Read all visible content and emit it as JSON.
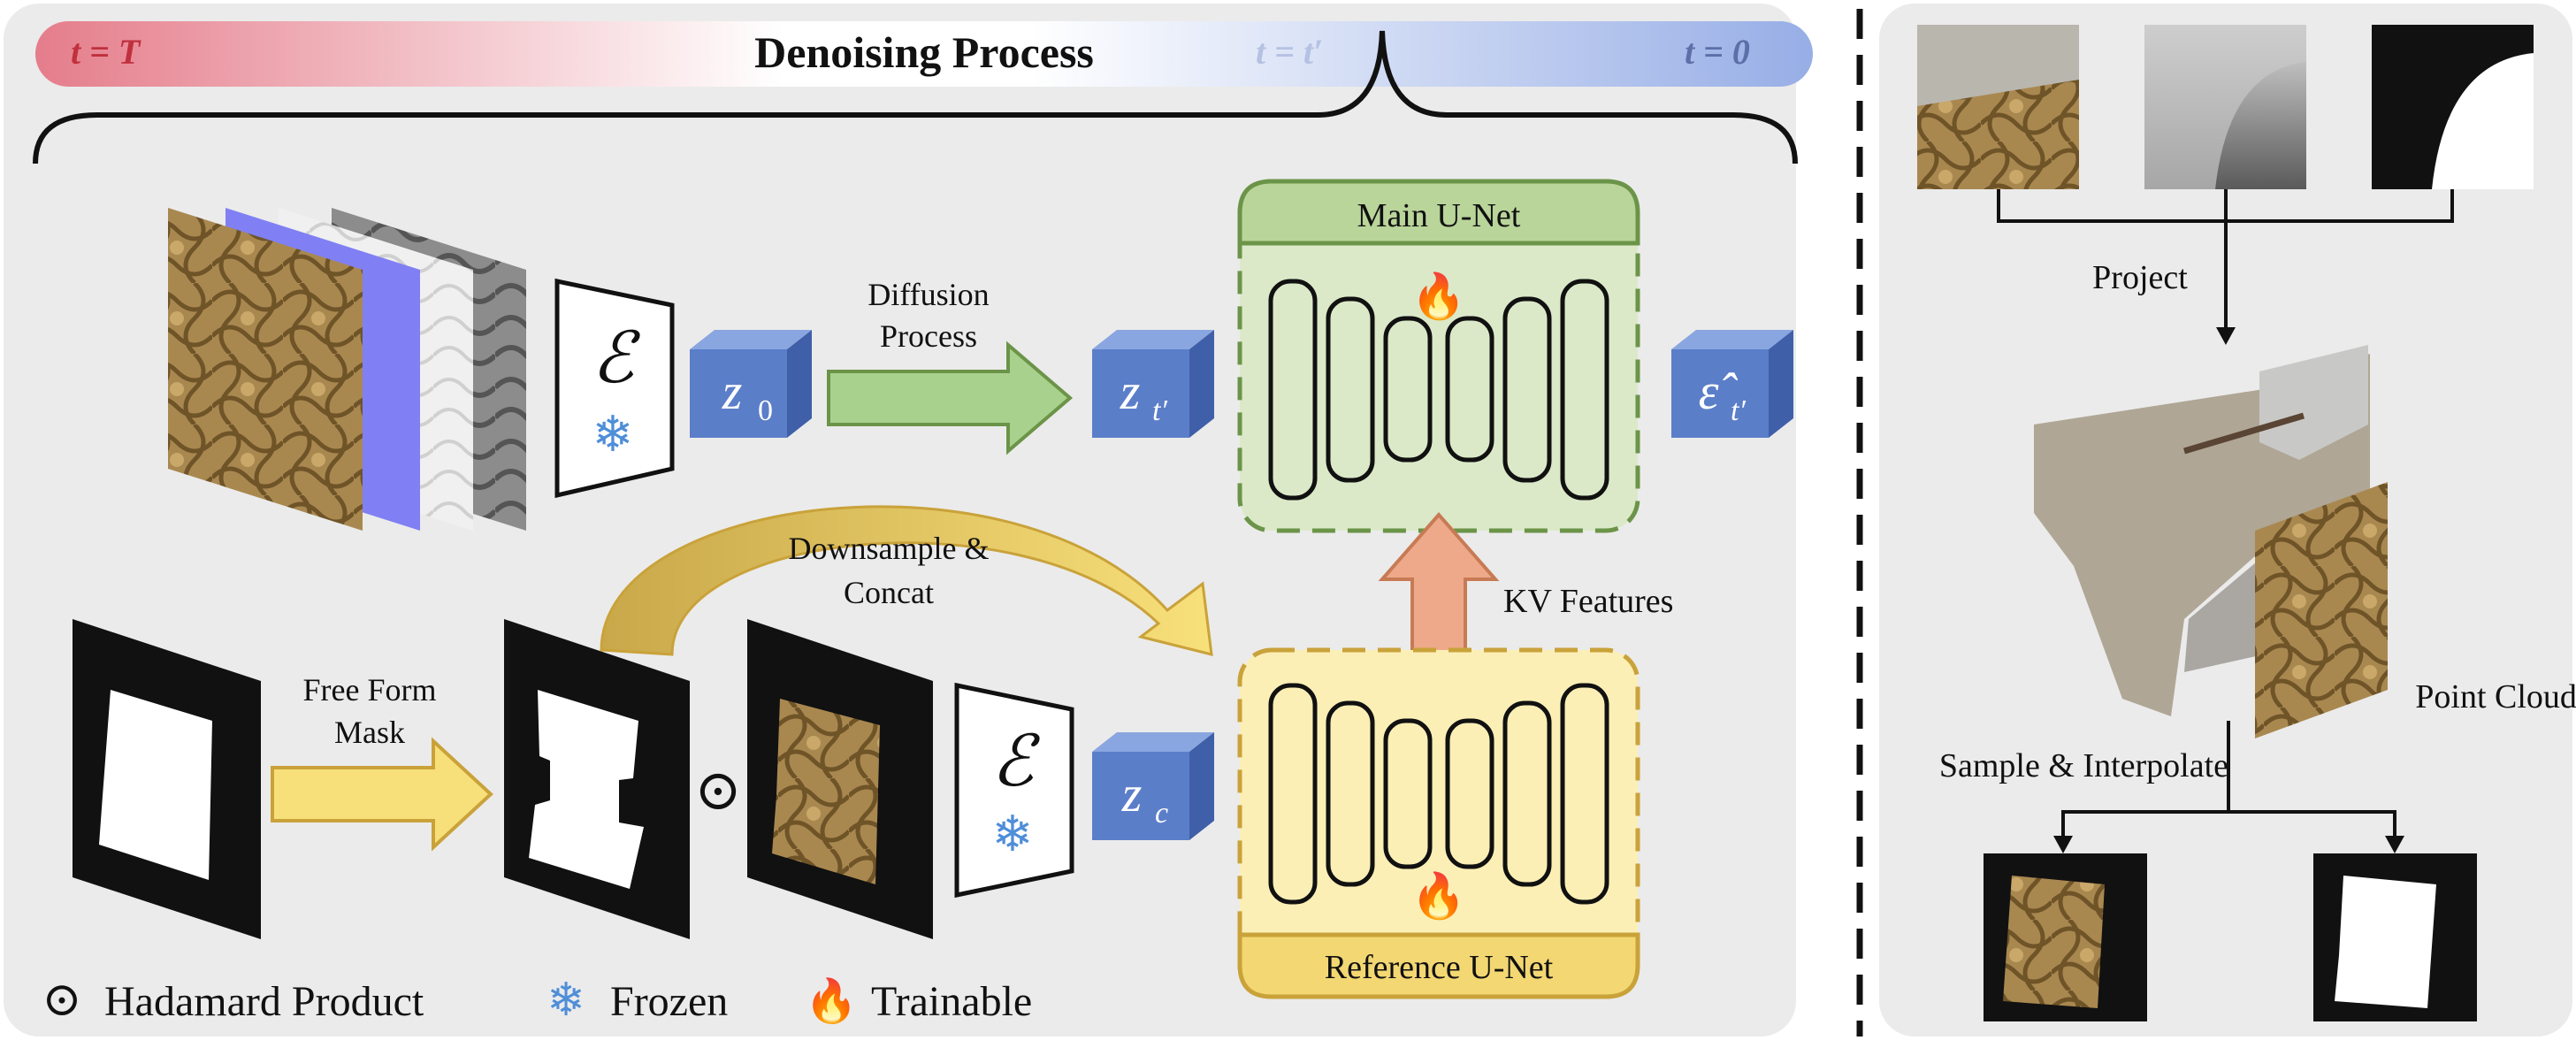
{
  "header": {
    "title": "Denoising Process",
    "t_start": "t = T",
    "t_mid": "t = t′",
    "t_end": "t = 0"
  },
  "labels": {
    "diffusion_line1": "Diffusion",
    "diffusion_line2": "Process",
    "downsample_line1": "Downsample &",
    "downsample_line2": "Concat",
    "freeform_line1": "Free Form",
    "freeform_line2": "Mask",
    "kv_features": "KV Features",
    "main_unet": "Main U-Net",
    "reference_unet": "Reference U-Net",
    "project": "Project",
    "point_clouds": "Point Clouds",
    "sample_interpolate": "Sample & Interpolate"
  },
  "symbols": {
    "encoder": "ℰ",
    "z0_base": "z",
    "z0_sub": "0",
    "zt_base": "z",
    "zt_sub": "t′",
    "zc_base": "z",
    "zc_sub": "c",
    "eps_base": "ε̂",
    "eps_sub": "t′",
    "hadamard": "⊙"
  },
  "legend": {
    "hadamard": "Hadamard Product",
    "frozen": "Frozen",
    "trainable": "Trainable"
  },
  "colors": {
    "panel_bg": "#ebebeb",
    "cube_face": "#5b7ec9",
    "cube_top": "#8aa6e0",
    "cube_side": "#3f5fa8",
    "main_unet_fill": "#dbe9c8",
    "main_unet_header": "#b9d59a",
    "main_unet_border": "#6b9448",
    "ref_unet_fill": "#fcefb6",
    "ref_unet_header": "#f3d772",
    "ref_unet_border": "#c9a23a",
    "green_arrow": "#a9d18e",
    "yellow_arrow": "#f7df7a",
    "orange_arrow": "#eea98a",
    "header_red": "#e98a95",
    "header_blue": "#9fb1e2",
    "header_red_text": "#c0303d",
    "header_blue_text": "#6d7fb8"
  }
}
